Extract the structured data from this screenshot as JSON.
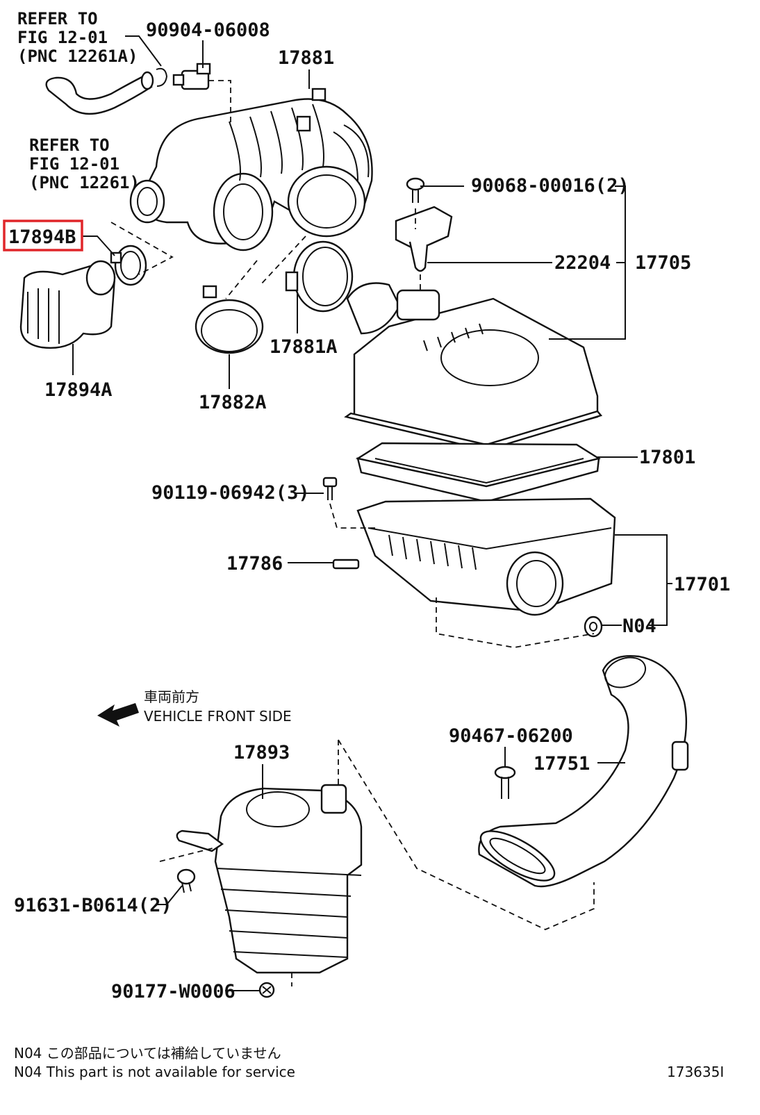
{
  "callouts": {
    "refer1_l1": "REFER TO",
    "refer1_l2": "FIG 12-01",
    "refer1_l3": "(PNC 12261A)",
    "refer2_l1": "REFER TO",
    "refer2_l2": "FIG 12-01",
    "refer2_l3": "(PNC 12261)",
    "p90904": "90904-06008",
    "p17881": "17881",
    "p17894B": "17894B",
    "p17894A": "17894A",
    "p17882A": "17882A",
    "p17881A": "17881A",
    "p90068": "90068-00016(2)",
    "p22204": "22204",
    "p17705": "17705",
    "p17801": "17801",
    "p90119": "90119-06942(3)",
    "p17786": "17786",
    "p17701": "17701",
    "pN04": "N04",
    "p17893": "17893",
    "p90467": "90467-06200",
    "p17751": "17751",
    "p91631": "91631-B0614(2)",
    "p90177": "90177-W0006"
  },
  "direction": {
    "jp": "車両前方",
    "en": "VEHICLE FRONT SIDE"
  },
  "notes": {
    "jp": "N04  この部品については補給していません",
    "en": "N04  This part is not available for service"
  },
  "figure_id": "173635I",
  "highlight": {
    "part": "17894B",
    "color": "#e0262a"
  }
}
